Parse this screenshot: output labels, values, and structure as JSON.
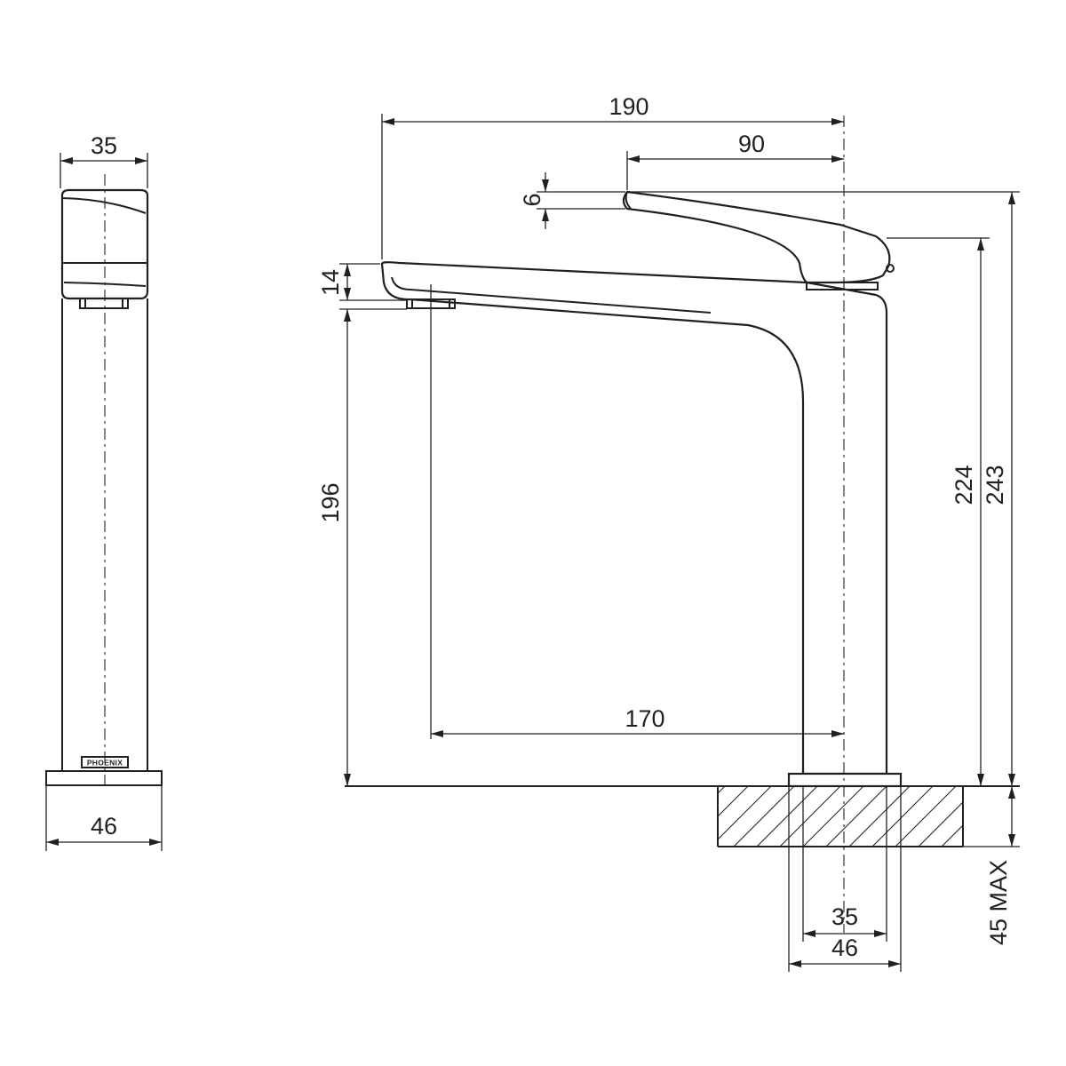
{
  "brand_mark": "PHOENIX",
  "side_view": {
    "top_width": "35",
    "base_width": "46"
  },
  "front_view": {
    "overall_length": "190",
    "handle_offset": "90",
    "handle_lip": "6",
    "spout_thickness": "14",
    "spout_clearance": "196",
    "spout_reach": "170",
    "height_to_handle": "224",
    "overall_height": "243",
    "bench_thickness": "45 MAX",
    "body_width": "35",
    "base_width": "46"
  }
}
